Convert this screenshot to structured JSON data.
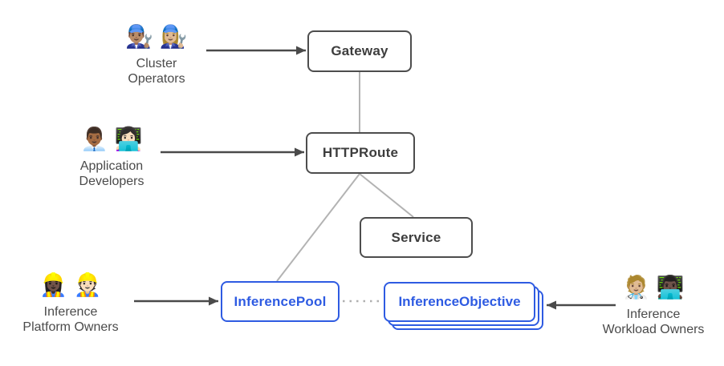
{
  "personas": [
    {
      "id": "cluster-operators",
      "emoji": "👨🏽‍🔧 👩🏼‍🔧",
      "line1": "Cluster",
      "line2": "Operators"
    },
    {
      "id": "application-developers",
      "emoji": "👨🏾‍💼 👩🏻‍💻",
      "line1": "Application",
      "line2": "Developers"
    },
    {
      "id": "inference-platform-owners",
      "emoji": "👷🏿‍♀️ 👷🏻",
      "line1": "Inference",
      "line2": "Platform Owners"
    },
    {
      "id": "inference-workload-owners",
      "emoji": "🧑🏼‍⚕️ 👨🏿‍💻",
      "line1": "Inference",
      "line2": "Workload Owners"
    }
  ],
  "resources": {
    "gateway": {
      "label": "Gateway",
      "type": "core"
    },
    "httproute": {
      "label": "HTTPRoute",
      "type": "core"
    },
    "service": {
      "label": "Service",
      "type": "core"
    },
    "inference_pool": {
      "label": "InferencePool",
      "type": "extension"
    },
    "inference_objective": {
      "label": "InferenceObjective",
      "type": "extension",
      "stacked": true
    }
  },
  "colors": {
    "core_border": "#4d4d4d",
    "core_text": "#3d3d3d",
    "extension_blue": "#2e5be2",
    "connector_gray": "#b3b3b3",
    "arrow_dark": "#4a4a4a",
    "persona_text": "#4a4a4a",
    "background": "#ffffff"
  }
}
